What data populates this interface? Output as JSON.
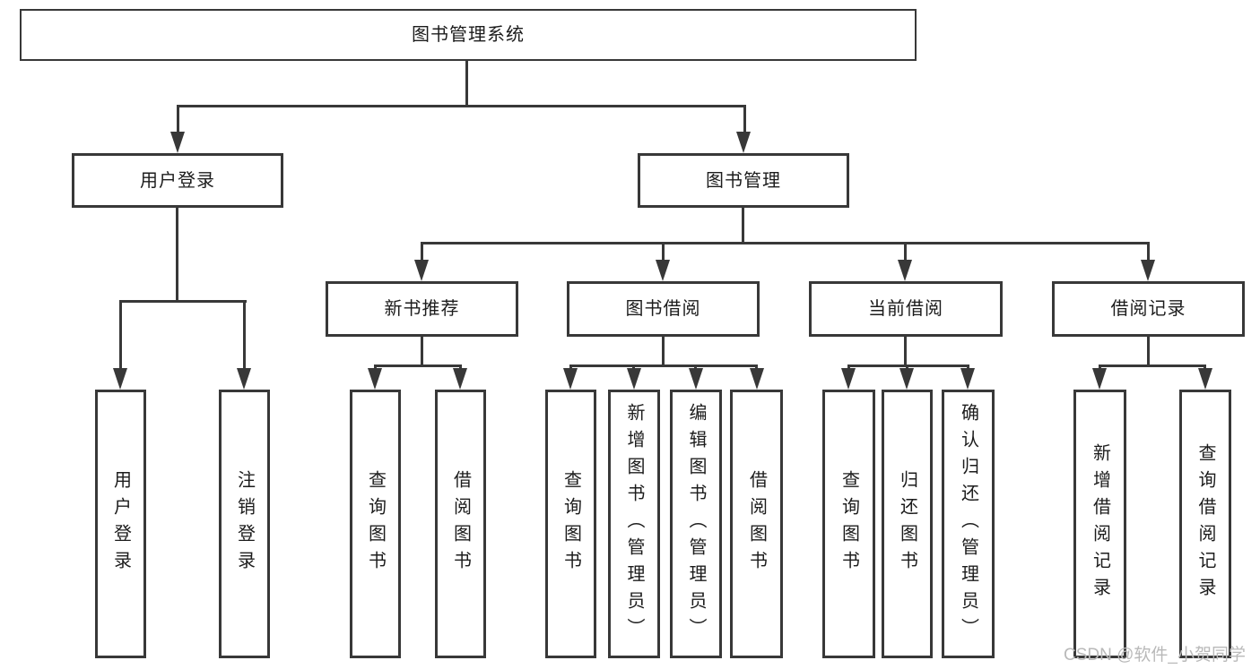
{
  "diagram": {
    "title": "图书管理系统",
    "root": {
      "label": "图书管理系统"
    },
    "level2": [
      {
        "label": "用户登录"
      },
      {
        "label": "图书管理"
      }
    ],
    "level3": [
      {
        "label": "新书推荐"
      },
      {
        "label": "图书借阅"
      },
      {
        "label": "当前借阅"
      },
      {
        "label": "借阅记录"
      }
    ],
    "leaves": [
      {
        "label": "用户登录",
        "parent": "用户登录"
      },
      {
        "label": "注销登录",
        "parent": "用户登录"
      },
      {
        "label": "查询图书",
        "parent": "新书推荐"
      },
      {
        "label": "借阅图书",
        "parent": "新书推荐"
      },
      {
        "label": "查询图书",
        "parent": "图书借阅"
      },
      {
        "label": "新增图书（管理员）",
        "parent": "图书借阅"
      },
      {
        "label": "编辑图书（管理员）",
        "parent": "图书借阅"
      },
      {
        "label": "借阅图书",
        "parent": "图书借阅"
      },
      {
        "label": "查询图书",
        "parent": "当前借阅"
      },
      {
        "label": "归还图书",
        "parent": "当前借阅"
      },
      {
        "label": "确认归还（管理员）",
        "parent": "当前借阅"
      },
      {
        "label": "新增借阅记录",
        "parent": "借阅记录"
      },
      {
        "label": "查询借阅记录",
        "parent": "借阅记录"
      }
    ],
    "watermark": "CSDN @软件_小贺同学",
    "colors": {
      "line": "#383838",
      "box_border": "#383838",
      "box_fill": "#ffffff",
      "text": "#1c1c1c",
      "watermark": "#b9b9b9",
      "background": "#ffffff"
    }
  }
}
